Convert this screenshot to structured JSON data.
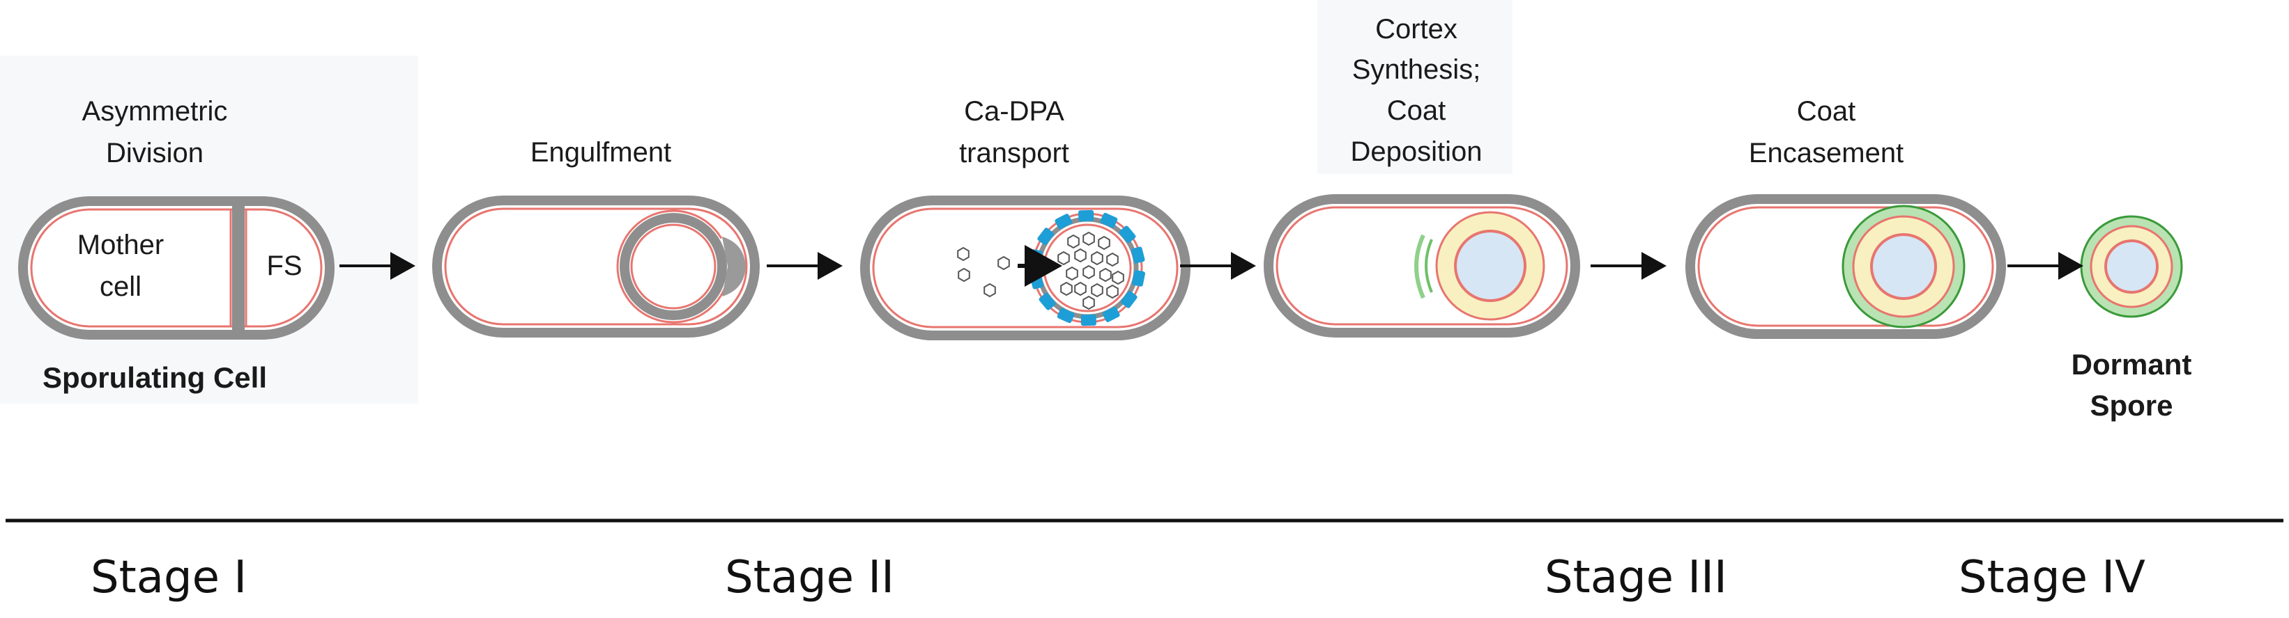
{
  "colors": {
    "wall": "#8e8e8e",
    "membrane": "#e8756f",
    "cortex": "#f8f0c0",
    "core": "#d6e6f5",
    "coat": "#8fd08a",
    "transporter": "#1e9ed6",
    "background_panel": "#f7f9fb"
  },
  "steps": [
    {
      "label": [
        "Asymmetric",
        "Division"
      ],
      "inner_labels": [
        "Mother",
        "cell",
        "FS"
      ],
      "caption": "Sporulating Cell"
    },
    {
      "label": [
        "Engulfment"
      ]
    },
    {
      "label": [
        "Ca-DPA",
        "transport"
      ]
    },
    {
      "label": [
        "Cortex",
        "Synthesis;",
        "Coat",
        "Deposition"
      ]
    },
    {
      "label": [
        "Coat",
        "Encasement"
      ]
    },
    {
      "caption": [
        "Dormant",
        "Spore"
      ]
    }
  ],
  "stages": [
    "Stage I",
    "Stage II",
    "Stage III",
    "Stage IV"
  ]
}
